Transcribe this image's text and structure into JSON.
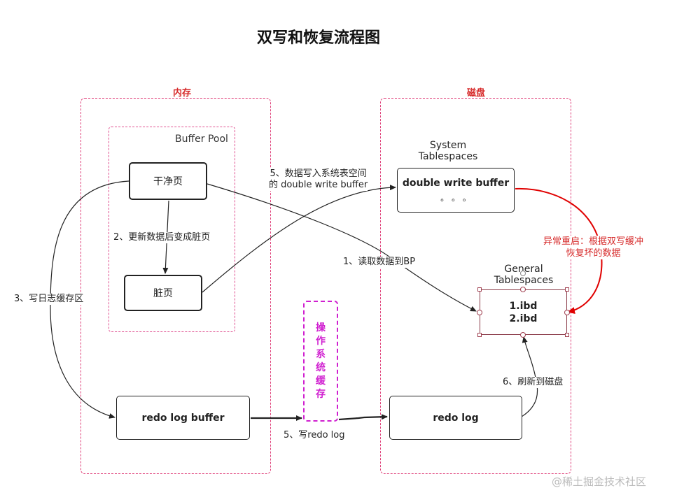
{
  "title": "双写和恢复流程图",
  "regions": {
    "memory": "内存",
    "disk": "磁盘"
  },
  "buffer_pool": {
    "label": "Buffer Pool",
    "clean_page": "干净页",
    "dirty_page": "脏页"
  },
  "redo_log_buffer": "redo log buffer",
  "redo_log": "redo log",
  "os_cache": "操\n作\n系\n统\n缓\n存",
  "system_tablespaces": {
    "label": "System\nTablespaces",
    "dwb_title": "double write buffer",
    "dwb_dots": "。 。 。"
  },
  "general_tablespaces": {
    "label": "General\nTablespaces",
    "files": "1.ibd\n2.ibd"
  },
  "steps": {
    "read": "1、读取数据到BP",
    "update": "2、更新数据后变成脏页",
    "log_buffer": "3、写日志缓存区",
    "dwb": "5、数据写入系统表空间\n的 double write buffer",
    "write_redo": "5、写redo log",
    "flush": "6、刷新到磁盘",
    "recover": "异常重启：根据双写缓冲\n恢复坏的数据"
  },
  "colors": {
    "region_border": "#e0407a",
    "accent_red": "#d62828",
    "os_cache": "#d020d0"
  },
  "watermark": "@稀土掘金技术社区"
}
